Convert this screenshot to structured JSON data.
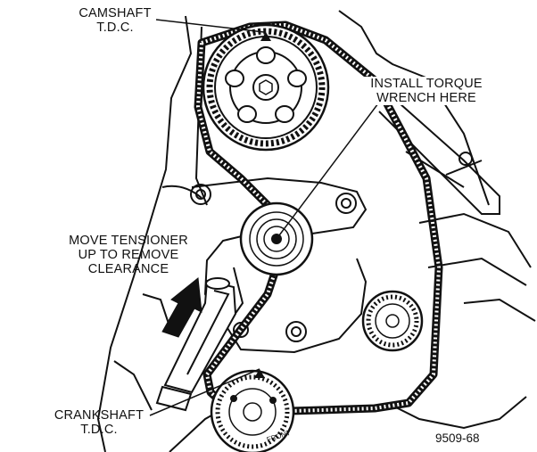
{
  "labels": {
    "camshaft": [
      "CAMSHAFT",
      "T.D.C."
    ],
    "torque_wrench": [
      "INSTALL TORQUE",
      "WRENCH HERE"
    ],
    "tensioner": [
      "MOVE TENSIONER",
      "UP TO REMOVE",
      "CLEARANCE"
    ],
    "crankshaft": [
      "CRANKSHAFT",
      "T.D.C."
    ],
    "figure_number": "9509-68",
    "crank_pulley_mark": "FRONT"
  },
  "colors": {
    "ink": "#111111",
    "paper": "#ffffff",
    "shade": "#bbbbbb"
  },
  "icons": [
    "timing-mark-arrow-icon",
    "tensioner-up-arrow-icon"
  ]
}
